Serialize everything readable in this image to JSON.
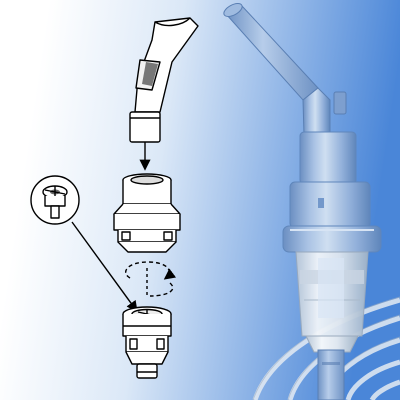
{
  "figure": {
    "title": "",
    "text_labels": []
  },
  "colors": {
    "background_gradient_left": "#ffffff",
    "background_gradient_right": "#4a86d8",
    "device_blue_light": "#c3d5ec",
    "device_blue_mid": "#92b0da",
    "device_blue_dark": "#5f86bb",
    "tubing_clear": "#e9eef4",
    "line_art_stroke": "#000000"
  },
  "parts": [
    {
      "name": "mouthpiece",
      "icon": "mouthpiece-icon"
    },
    {
      "name": "nebulizer-top",
      "icon": "nebulizer-top-icon"
    },
    {
      "name": "baffle-insert",
      "icon": "baffle-icon"
    },
    {
      "name": "medication-cup",
      "icon": "medication-cup-icon"
    },
    {
      "name": "rotation-direction",
      "icon": "rotate-arrow-icon"
    }
  ]
}
